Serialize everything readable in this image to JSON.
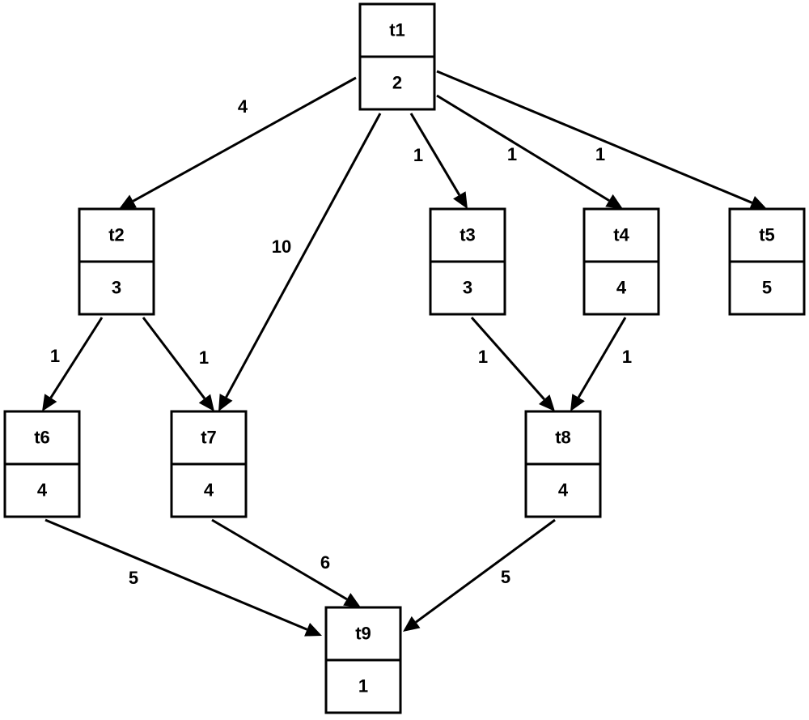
{
  "diagram": {
    "nodes": [
      {
        "id": "t1",
        "label": "t1",
        "cost": "2"
      },
      {
        "id": "t2",
        "label": "t2",
        "cost": "3"
      },
      {
        "id": "t3",
        "label": "t3",
        "cost": "3"
      },
      {
        "id": "t4",
        "label": "t4",
        "cost": "4"
      },
      {
        "id": "t5",
        "label": "t5",
        "cost": "5"
      },
      {
        "id": "t6",
        "label": "t6",
        "cost": "4"
      },
      {
        "id": "t7",
        "label": "t7",
        "cost": "4"
      },
      {
        "id": "t8",
        "label": "t8",
        "cost": "4"
      },
      {
        "id": "t9",
        "label": "t9",
        "cost": "1"
      }
    ],
    "edges": [
      {
        "from": "t1",
        "to": "t2",
        "weight": "4"
      },
      {
        "from": "t1",
        "to": "t7",
        "weight": "10"
      },
      {
        "from": "t1",
        "to": "t3",
        "weight": "1"
      },
      {
        "from": "t1",
        "to": "t4",
        "weight": "1"
      },
      {
        "from": "t1",
        "to": "t5",
        "weight": "1"
      },
      {
        "from": "t2",
        "to": "t6",
        "weight": "1"
      },
      {
        "from": "t2",
        "to": "t7",
        "weight": "1"
      },
      {
        "from": "t3",
        "to": "t8",
        "weight": "1"
      },
      {
        "from": "t4",
        "to": "t8",
        "weight": "1"
      },
      {
        "from": "t6",
        "to": "t9",
        "weight": "5"
      },
      {
        "from": "t7",
        "to": "t9",
        "weight": "6"
      },
      {
        "from": "t8",
        "to": "t9",
        "weight": "5"
      }
    ]
  }
}
